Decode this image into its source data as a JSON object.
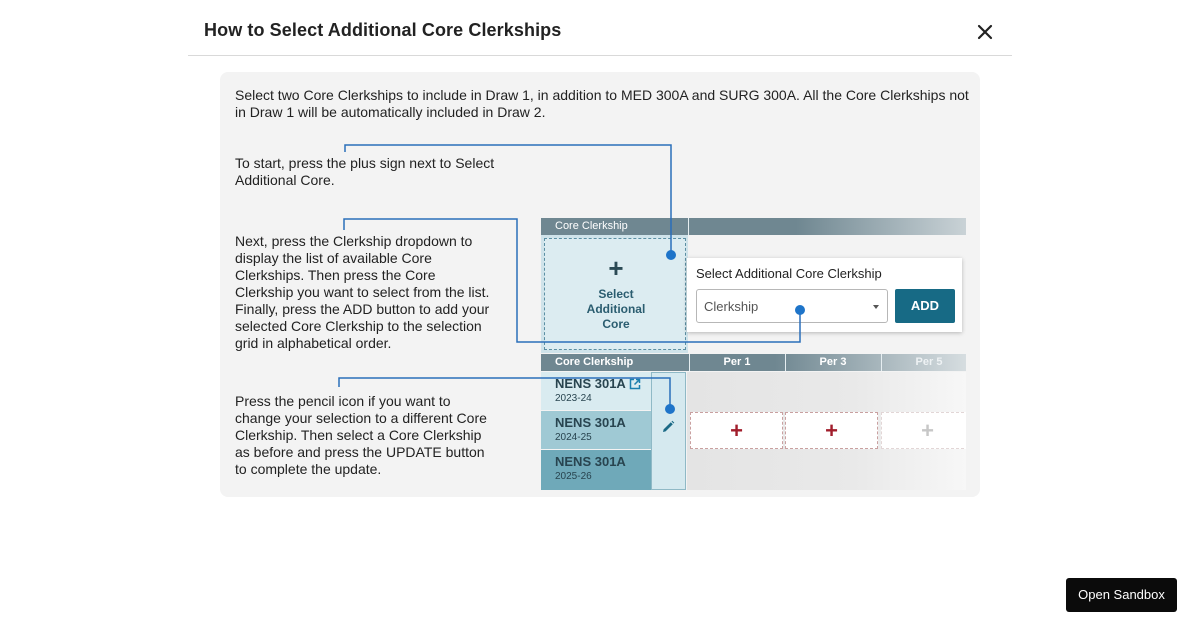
{
  "modal": {
    "title": "How to Select Additional Core Clerkships",
    "close_icon": "close-icon"
  },
  "content": {
    "intro": "Select two Core Clerkships to include in Draw 1, in addition to MED 300A and SURG 300A. All the Core Clerkships not in Draw 1 will be automatically included in Draw 2.",
    "step1": "To start, press the plus sign next to Select Additional Core.",
    "step2": "Next, press the Clerkship dropdown to display the list of available Core Clerkships. Then press the Core Clerkship you want to select from the list. Finally, press the ADD button to add your selected Core Clerkship to the selection grid in alphabetical order.",
    "step3": "Press the pencil icon if you want to change your selection to a different Core Clerkship. Then select a Core Clerkship as before and press the UPDATE button to complete the update."
  },
  "illustration": {
    "top_header": "Core Clerkship",
    "select_card": {
      "plus": "+",
      "label_line1": "Select",
      "label_line2": "Additional",
      "label_line3": "Core"
    },
    "popup": {
      "heading": "Select Additional Core Clerkship",
      "dropdown_value": "Clerkship",
      "add_label": "ADD"
    },
    "grid_header": [
      "Core Clerkship",
      "Per 1",
      "Per 3",
      "Per 5"
    ],
    "rows": [
      {
        "name": "NENS 301A",
        "year": "2023-24"
      },
      {
        "name": "NENS 301A",
        "year": "2024-25"
      },
      {
        "name": "NENS 301A",
        "year": "2025-26"
      }
    ],
    "cell_plus": "+",
    "connector_color": "#2a6fba",
    "accent_color": "#176a85"
  },
  "footer": {
    "sandbox_button": "Open Sandbox"
  }
}
